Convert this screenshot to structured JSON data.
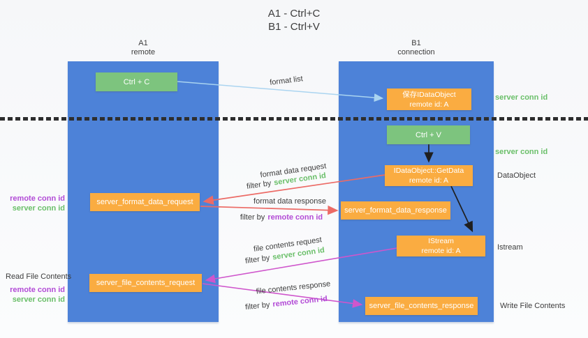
{
  "title": {
    "line1": "A1 - Ctrl+C",
    "line2": "B1 - Ctrl+V"
  },
  "lanes": {
    "a1": {
      "title": "A1",
      "subtitle": "remote"
    },
    "b1": {
      "title": "B1",
      "subtitle": "connection"
    }
  },
  "boxes": {
    "ctrl_c": "Ctrl + C",
    "save_obj": {
      "l1": "保存IDataObject",
      "l2": "remote id: A"
    },
    "ctrl_v": "Ctrl + V",
    "getdata": {
      "l1": "IDataObject::GetData",
      "l2": "remote id: A"
    },
    "fmt_req": "server_format_data_request",
    "fmt_resp": "server_format_data_response",
    "istream": {
      "l1": "IStream",
      "l2": "remote id: A"
    },
    "file_req": "server_file_contents_request",
    "file_resp": "server_file_contents_response"
  },
  "side_labels": {
    "server_conn_id": "server conn id",
    "remote_conn_id": "remote conn id",
    "dataobject": "DataObject",
    "istream": "Istream",
    "read_file": "Read File Contents",
    "write_file": "Write File Contents"
  },
  "arrows": {
    "format_list": "format list",
    "format_data_request": "format data request",
    "format_data_response": "format data response",
    "file_contents_request": "file contents request",
    "file_contents_response": "file contents response",
    "filter_by": "filter by",
    "server_conn_id": "server conn id",
    "remote_conn_id": "remote conn id"
  },
  "colors": {
    "lane_blue": "#4d82d8",
    "box_green": "#7dc47e",
    "box_orange": "#faac41",
    "label_green": "#6abf69",
    "label_purple": "#b24bd6",
    "arrow_blue": "#aad4f0",
    "arrow_red": "#ec6b66",
    "arrow_magenta": "#cf56cc",
    "arrow_black": "#1f1f1f",
    "text_dark": "#3c3c3c"
  }
}
